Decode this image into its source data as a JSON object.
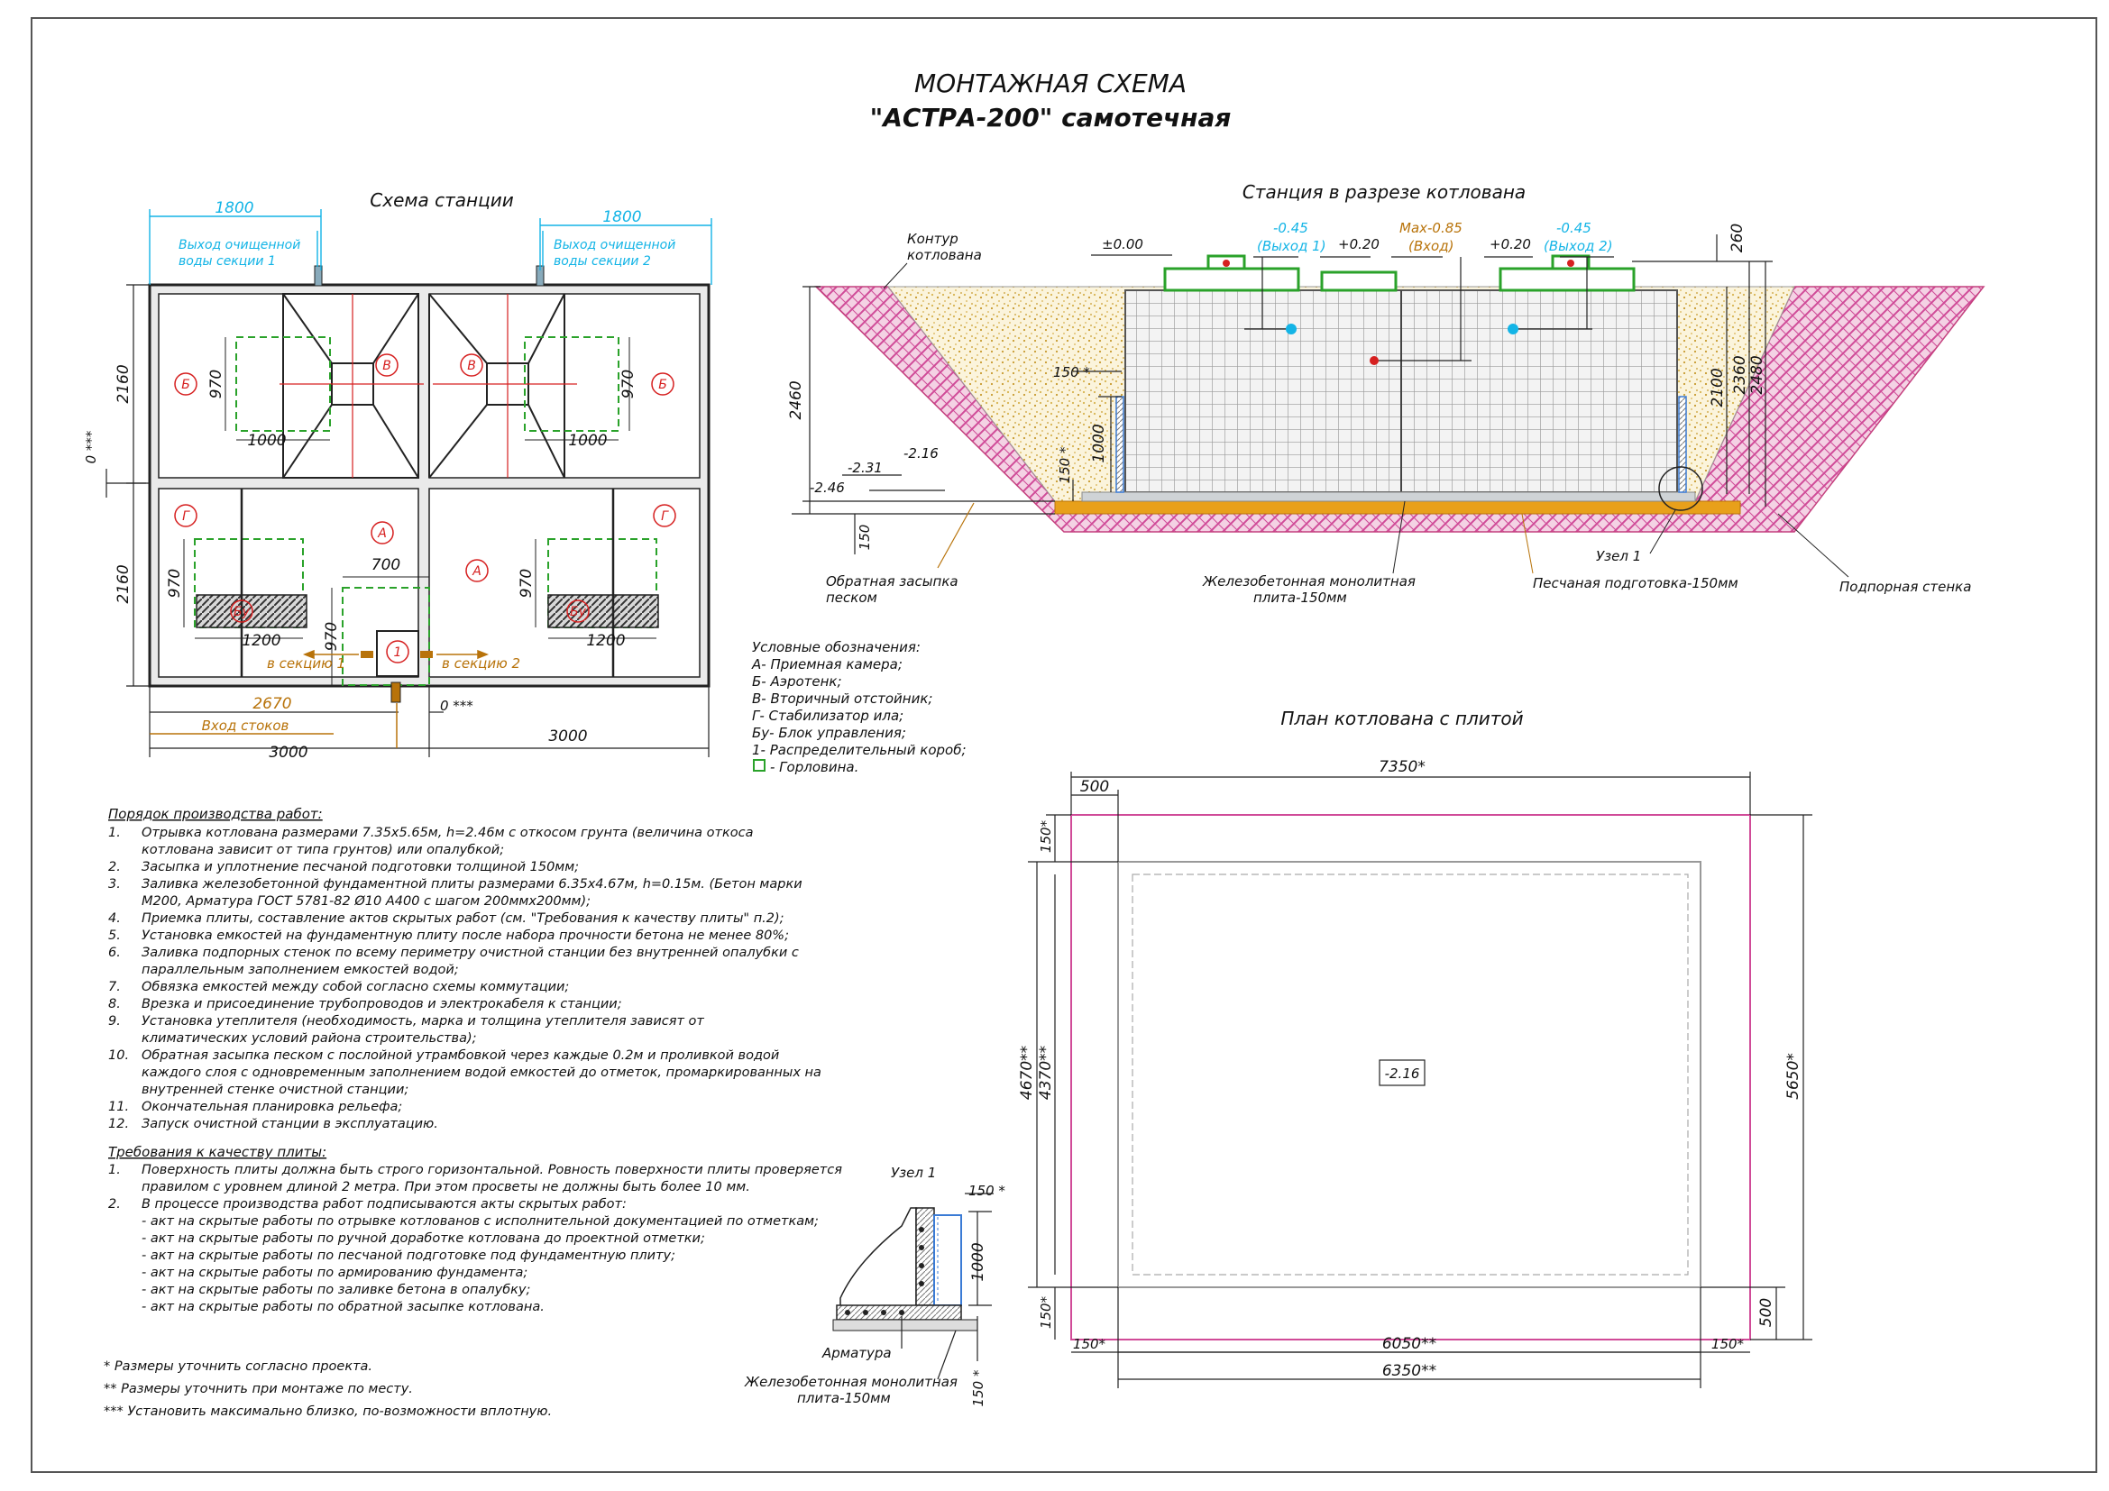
{
  "title": {
    "line1": "МОНТАЖНАЯ СХЕМА",
    "line2": "\"АСТРА-200\" самотечная"
  },
  "scheme": {
    "title": "Схема станции",
    "dim_top_left": "1800",
    "dim_top_right": "1800",
    "outlet1": [
      "Выход очищенной",
      "воды секции 1"
    ],
    "outlet2": [
      "Выход очищенной",
      "воды секции 2"
    ],
    "dim_h1": "2160",
    "dim_h2": "2160",
    "zero_left": "0 ***",
    "zero_bottom": "0 ***",
    "dim_970a": "970",
    "dim_970b": "970",
    "dim_970c": "970",
    "dim_970d": "970",
    "dim_970e": "970",
    "dim_1000a": "1000",
    "dim_1000b": "1000",
    "dim_700": "700",
    "dim_1200a": "1200",
    "dim_1200b": "1200",
    "dim_2670": "2670",
    "dim_3000a": "3000",
    "dim_3000b": "3000",
    "label_A": "А",
    "label_B": "Б",
    "label_V": "В",
    "label_G": "Г",
    "label_Bu": "Бу",
    "label_1": "1",
    "to_section1": "в секцию 1",
    "to_section2": "в секцию 2",
    "inlet": "Вход стоков"
  },
  "section": {
    "title": "Станция в разрезе котлована",
    "contour": [
      "Контур",
      "котлована"
    ],
    "elev_000": "±0.00",
    "elev_out1": "-0.45",
    "out1": "(Выход 1)",
    "elev_020a": "+0.20",
    "elev_max": "Max-0.85",
    "inlet": "(Вход)",
    "elev_020b": "+0.20",
    "elev_out2": "-0.45",
    "out2": "(Выход 2)",
    "dim_260": "260",
    "dim_2460": "2460",
    "dim_2100": "2100",
    "dim_2360": "2360",
    "dim_2480": "2480",
    "dim_150a": "150 *",
    "dim_1000": "1000",
    "dim_150b": "150 *",
    "dim_150c": "150",
    "elev_231": "-2.31",
    "elev_216": "-2.16",
    "elev_246": "-2.46",
    "node": "Узел 1",
    "backfill": [
      "Обратная засыпка",
      "песком"
    ],
    "slab": [
      "Железобетонная монолитная",
      "плита-150мм"
    ],
    "sand": "Песчаная подготовка-150мм",
    "wall": "Подпорная стенка"
  },
  "legend": {
    "title": "Условные обозначения:",
    "items": [
      "А- Приемная камера;",
      "Б- Аэротенк;",
      "В- Вторичный отстойник;",
      "Г- Стабилизатор ила;",
      "Бу- Блок управления;",
      "1- Распределительный короб;",
      "- Горловина."
    ]
  },
  "plan": {
    "title": "План котлована с плитой",
    "dim_7350": "7350*",
    "dim_500a": "500",
    "dim_150a": "150*",
    "dim_4670": "4670**",
    "dim_4370": "4370**",
    "dim_5650": "5650*",
    "elev": "-2.16",
    "dim_150b": "150*",
    "dim_500b": "500",
    "dim_150c": "150*",
    "dim_6050": "6050**",
    "dim_150d": "150*",
    "dim_6350": "6350**"
  },
  "works": {
    "title": "Порядок производства работ:",
    "items": [
      {
        "n": "1.",
        "lines": [
          "Отрывка котлована размерами 7.35х5.65м, h=2.46м с откосом грунта (величина откоса",
          "котлована зависит от типа грунтов) или опалубкой;"
        ]
      },
      {
        "n": "2.",
        "lines": [
          "Засыпка и уплотнение песчаной подготовки толщиной 150мм;"
        ]
      },
      {
        "n": "3.",
        "lines": [
          "Заливка железобетонной фундаментной плиты размерами 6.35х4.67м, h=0.15м. (Бетон марки",
          "М200, Арматура ГОСТ 5781-82 Ø10 А400 с шагом 200ммх200мм);"
        ]
      },
      {
        "n": "4.",
        "lines": [
          "Приемка плиты, составление актов скрытых работ (см. \"Требования к качеству плиты\" п.2);"
        ]
      },
      {
        "n": "5.",
        "lines": [
          "Установка емкостей на фундаментную плиту после набора прочности бетона не менее 80%;"
        ]
      },
      {
        "n": "6.",
        "lines": [
          "Заливка подпорных стенок по всему периметру очистной станции без внутренней опалубки с",
          "параллельным заполнением емкостей водой;"
        ]
      },
      {
        "n": "7.",
        "lines": [
          "Обвязка емкостей между собой согласно схемы коммутации;"
        ]
      },
      {
        "n": "8.",
        "lines": [
          "Врезка и присоединение трубопроводов и электрокабеля к станции;"
        ]
      },
      {
        "n": "9.",
        "lines": [
          "Установка утеплителя (необходимость, марка и толщина утеплителя зависят от",
          "климатических условий района строительства);"
        ]
      },
      {
        "n": "10.",
        "lines": [
          "Обратная засыпка песком с послойной утрамбовкой через каждые 0.2м и проливкой водой",
          "каждого слоя с одновременным заполнением водой емкостей до отметок, промаркированных на",
          "внутренней стенке очистной станции;"
        ]
      },
      {
        "n": "11.",
        "lines": [
          "Окончательная планировка рельефа;"
        ]
      },
      {
        "n": "12.",
        "lines": [
          "Запуск очистной станции в эксплуатацию."
        ]
      }
    ]
  },
  "quality": {
    "title": "Требования к качеству плиты:",
    "items": [
      {
        "n": "1.",
        "lines": [
          "Поверхность плиты должна быть строго горизонтальной. Ровность поверхности плиты проверяется",
          "правилом с уровнем длиной 2 метра. При этом просветы не должны быть более 10 мм."
        ]
      },
      {
        "n": "2.",
        "lines": [
          "В процессе производства работ подписываются акты скрытых работ:",
          "- акт на скрытые работы по отрывке котлованов с исполнительной документацией по отметкам;",
          "- акт на скрытые работы по ручной доработке котлована до проектной отметки;",
          "- акт на скрытые работы по песчаной подготовке под фундаментную плиту;",
          "- акт на скрытые работы по армированию фундамента;",
          "- акт на скрытые работы по заливке бетона в опалубку;",
          "- акт на скрытые работы по обратной засыпке котлована."
        ]
      }
    ]
  },
  "footnotes": [
    "* Размеры уточнить согласно проекта.",
    "** Размеры уточнить при монтаже по месту.",
    "*** Установить максимально близко, по-возможности вплотную."
  ],
  "node": {
    "title": "Узел 1",
    "dim_150a": "150 *",
    "dim_1000": "1000",
    "dim_150b": "150 *",
    "rebar": "Арматура",
    "slab": [
      "Железобетонная монолитная",
      "плита-150мм"
    ]
  },
  "colors": {
    "blue": "#13b4e6",
    "orange": "#b8730a",
    "green": "#2aa22a",
    "pink": "#d2529c",
    "sand": "#f7eed0",
    "red": "#d62020"
  }
}
